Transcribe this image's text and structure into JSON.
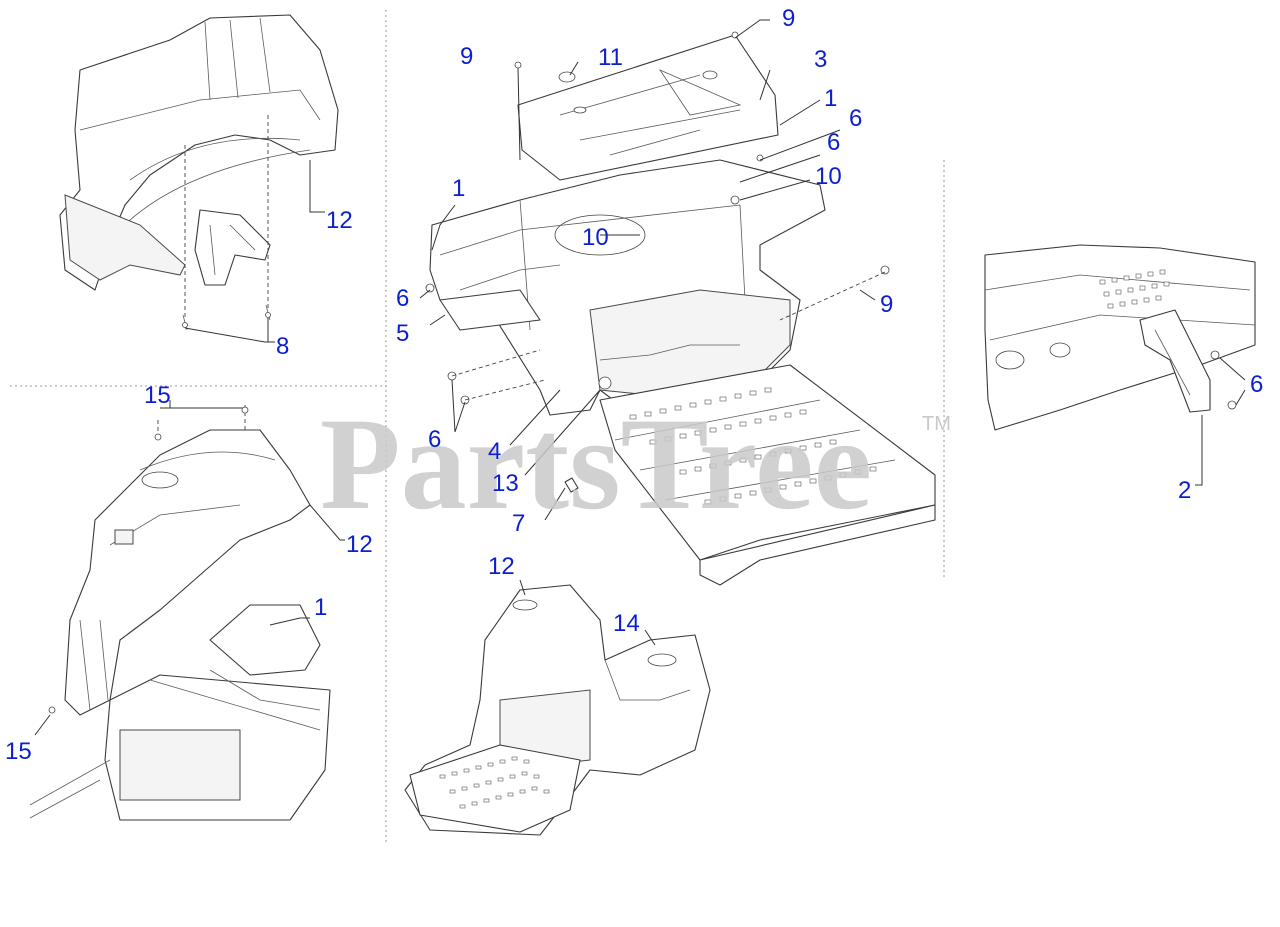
{
  "watermark": {
    "brand": "PartsTree",
    "trademark": "TM"
  },
  "colors": {
    "callout": "#0b1fd1",
    "line": "#3a3a3a",
    "watermark": "#c9c9c9"
  },
  "callouts": [
    {
      "id": "c-12-tl",
      "label": "12"
    },
    {
      "id": "c-8",
      "label": "8"
    },
    {
      "id": "c-15-top",
      "label": "15"
    },
    {
      "id": "c-12-ml",
      "label": "12"
    },
    {
      "id": "c-1-ml",
      "label": "1"
    },
    {
      "id": "c-15-bl",
      "label": "15"
    },
    {
      "id": "c-9-a",
      "label": "9"
    },
    {
      "id": "c-11",
      "label": "11"
    },
    {
      "id": "c-9-b",
      "label": "9"
    },
    {
      "id": "c-3",
      "label": "3"
    },
    {
      "id": "c-1-a",
      "label": "1"
    },
    {
      "id": "c-6-a",
      "label": "6"
    },
    {
      "id": "c-6-b",
      "label": "6"
    },
    {
      "id": "c-10-a",
      "label": "10"
    },
    {
      "id": "c-1-b",
      "label": "1"
    },
    {
      "id": "c-10-b",
      "label": "10"
    },
    {
      "id": "c-6-c",
      "label": "6"
    },
    {
      "id": "c-5",
      "label": "5"
    },
    {
      "id": "c-9-c",
      "label": "9"
    },
    {
      "id": "c-6-d",
      "label": "6"
    },
    {
      "id": "c-4",
      "label": "4"
    },
    {
      "id": "c-13",
      "label": "13"
    },
    {
      "id": "c-7",
      "label": "7"
    },
    {
      "id": "c-12-b",
      "label": "12"
    },
    {
      "id": "c-14",
      "label": "14"
    },
    {
      "id": "c-6-r",
      "label": "6"
    },
    {
      "id": "c-2",
      "label": "2"
    }
  ]
}
